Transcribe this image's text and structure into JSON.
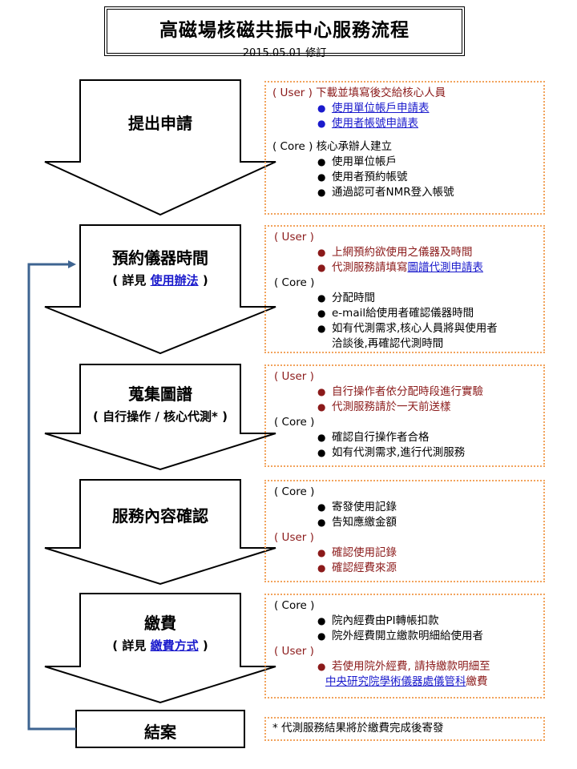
{
  "title": {
    "main": "高磁場核磁共振中心服務流程",
    "revision": "2015.05.01 修訂"
  },
  "steps": [
    {
      "label": "提出申請"
    },
    {
      "label": "預約儀器時間",
      "sub_prefix": "( 詳見 ",
      "sub_link": "使用辦法",
      "sub_suffix": " )"
    },
    {
      "label": "蒐集圖譜",
      "sub": "( 自行操作 / 核心代測* )"
    },
    {
      "label": "服務內容確認"
    },
    {
      "label": "繳費",
      "sub_prefix": "( 詳見 ",
      "sub_link": "繳費方式",
      "sub_suffix": " )"
    },
    {
      "label": "結案"
    }
  ],
  "details": {
    "apply": {
      "user_line": "( User ) 下載並填寫後交給核心人員",
      "user_items": [
        "使用單位帳戶申請表",
        "使用者帳號申請表"
      ],
      "core_line": "( Core ) 核心承辦人建立",
      "core_items": [
        "使用單位帳戶",
        "使用者預約帳號",
        "通過認可者NMR登入帳號"
      ]
    },
    "reserve": {
      "user_role": "( User )",
      "user_items": [
        "上網預約欲使用之儀器及時間"
      ],
      "user_item2_prefix": "代測服務請填寫",
      "user_item2_link": "圖譜代測申請表",
      "core_role": "( Core )",
      "core_items": [
        "分配時間",
        "e-mail給使用者確認儀器時間",
        "如有代測需求,核心人員將與使用者",
        "洽談後,再確認代測時間"
      ]
    },
    "collect": {
      "user_role": "( User )",
      "user_items": [
        "自行操作者依分配時段進行實驗",
        "代測服務請於一天前送樣"
      ],
      "core_role": "( Core )",
      "core_items": [
        "確認自行操作者合格",
        "如有代測需求,進行代測服務"
      ]
    },
    "confirm": {
      "core_role": "( Core )",
      "core_items": [
        "寄發使用記錄",
        "告知應繳金額"
      ],
      "user_role": "( User )",
      "user_items": [
        "確認使用記錄",
        "確認經費來源"
      ]
    },
    "payment": {
      "core_role": "( Core )",
      "core_items": [
        "院內經費由PI轉帳扣款",
        "院外經費開立繳款明細給使用者"
      ],
      "user_role": "( User )",
      "user_item1": "若使用院外經費, 請持繳款明細至",
      "user_item2_link": "中央研究院學術儀器處儀管科",
      "user_item2_suffix": "繳費"
    },
    "close": {
      "note": "* 代測服務結果將於繳費完成後寄發"
    }
  },
  "colors": {
    "link": "#1a1acc",
    "user_text": "#8b1a1a",
    "dotted_border": "#f2a35c",
    "feedback_arrow": "#3e6491"
  }
}
